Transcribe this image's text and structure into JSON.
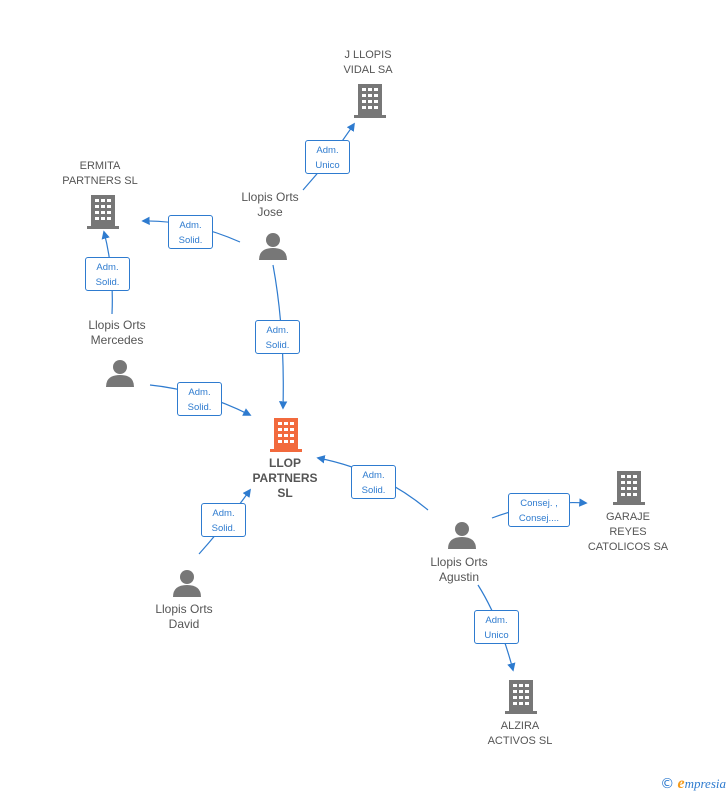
{
  "nodes": {
    "llop_partners": [
      "LLOP",
      "PARTNERS",
      "SL"
    ],
    "j_llopis_vidal": [
      "J LLOPIS",
      "VIDAL SA"
    ],
    "ermita_partners": [
      "ERMITA",
      "PARTNERS  SL"
    ],
    "garaje_reyes": [
      "GARAJE",
      "REYES",
      "CATOLICOS SA"
    ],
    "alzira_activos": [
      "ALZIRA",
      "ACTIVOS  SL"
    ],
    "llopis_orts_jose": [
      "Llopis Orts",
      "Jose"
    ],
    "llopis_orts_mercedes": [
      "Llopis Orts",
      "Mercedes"
    ],
    "llopis_orts_david": [
      "Llopis Orts",
      "David"
    ],
    "llopis_orts_agustin": [
      "Llopis Orts",
      "Agustin"
    ]
  },
  "edges": {
    "jose_to_jllopis": [
      "Adm.",
      "Unico"
    ],
    "jose_to_ermita": [
      "Adm.",
      "Solid."
    ],
    "mercedes_to_ermita": [
      "Adm.",
      "Solid."
    ],
    "jose_to_llop": [
      "Adm.",
      "Solid."
    ],
    "mercedes_to_llop": [
      "Adm.",
      "Solid."
    ],
    "agustin_to_llop": [
      "Adm.",
      "Solid."
    ],
    "david_to_llop": [
      "Adm.",
      "Solid."
    ],
    "agustin_to_garaje": [
      "Consej. ,",
      "Consej...."
    ],
    "agustin_to_alzira": [
      "Adm.",
      "Unico"
    ]
  },
  "colors": {
    "edge": "#2e7bcf",
    "company_icon": "#777777",
    "focus_icon": "#f26a3d",
    "person_icon": "#777777"
  },
  "footer": {
    "copyright_symbol": "©",
    "brand_initial": "e",
    "brand_rest": "mpresia"
  }
}
